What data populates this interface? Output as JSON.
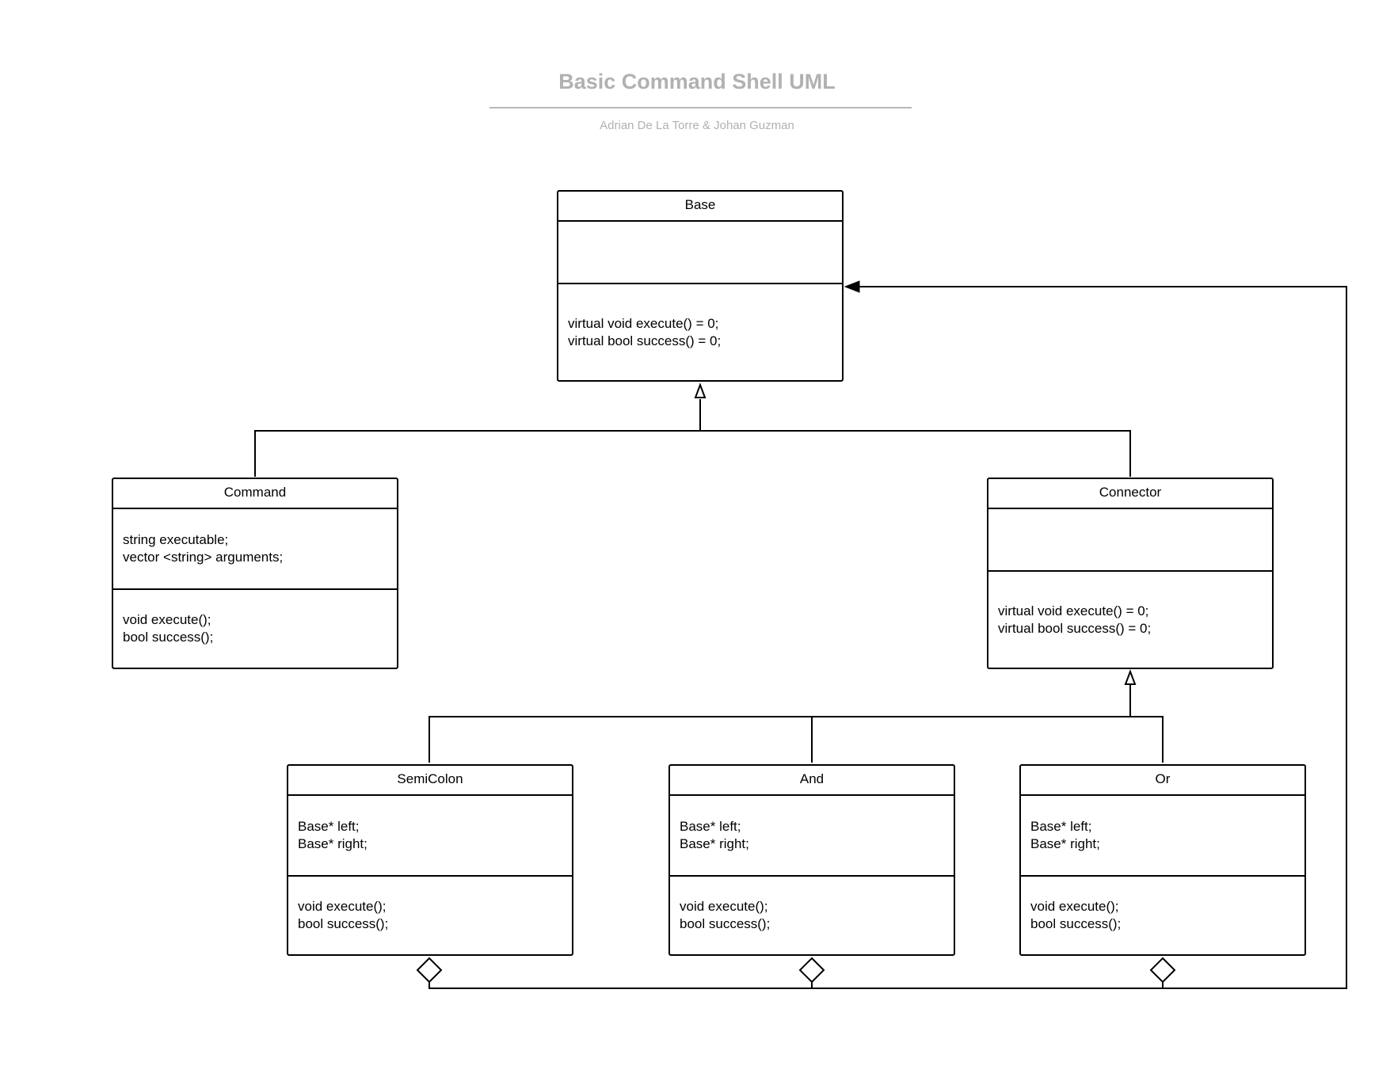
{
  "header": {
    "title": "Basic Command Shell UML",
    "subtitle": "Adrian De La Torre & Johan Guzman"
  },
  "classes": {
    "base": {
      "name": "Base",
      "attributes": [],
      "operations": [
        "virtual void execute() = 0;",
        "virtual bool success() = 0;"
      ]
    },
    "command": {
      "name": "Command",
      "attributes": [
        "string executable;",
        "vector <string> arguments;"
      ],
      "operations": [
        "void execute();",
        "bool success();"
      ]
    },
    "connector": {
      "name": "Connector",
      "attributes": [],
      "operations": [
        "virtual void execute() = 0;",
        "virtual bool success() = 0;"
      ]
    },
    "semicolon": {
      "name": "SemiColon",
      "attributes": [
        "Base* left;",
        "Base* right;"
      ],
      "operations": [
        "void execute();",
        "bool success();"
      ]
    },
    "and": {
      "name": "And",
      "attributes": [
        "Base* left;",
        "Base* right;"
      ],
      "operations": [
        "void execute();",
        "bool success();"
      ]
    },
    "or": {
      "name": "Or",
      "attributes": [
        "Base* left;",
        "Base* right;"
      ],
      "operations": [
        "void execute();",
        "bool success();"
      ]
    }
  },
  "relationships": [
    {
      "type": "generalization",
      "from": "Command",
      "to": "Base"
    },
    {
      "type": "generalization",
      "from": "Connector",
      "to": "Base"
    },
    {
      "type": "generalization",
      "from": "SemiColon",
      "to": "Connector"
    },
    {
      "type": "generalization",
      "from": "And",
      "to": "Connector"
    },
    {
      "type": "generalization",
      "from": "Or",
      "to": "Connector"
    },
    {
      "type": "aggregation",
      "from": "SemiColon",
      "to": "Base"
    },
    {
      "type": "aggregation",
      "from": "And",
      "to": "Base"
    },
    {
      "type": "aggregation",
      "from": "Or",
      "to": "Base"
    }
  ]
}
